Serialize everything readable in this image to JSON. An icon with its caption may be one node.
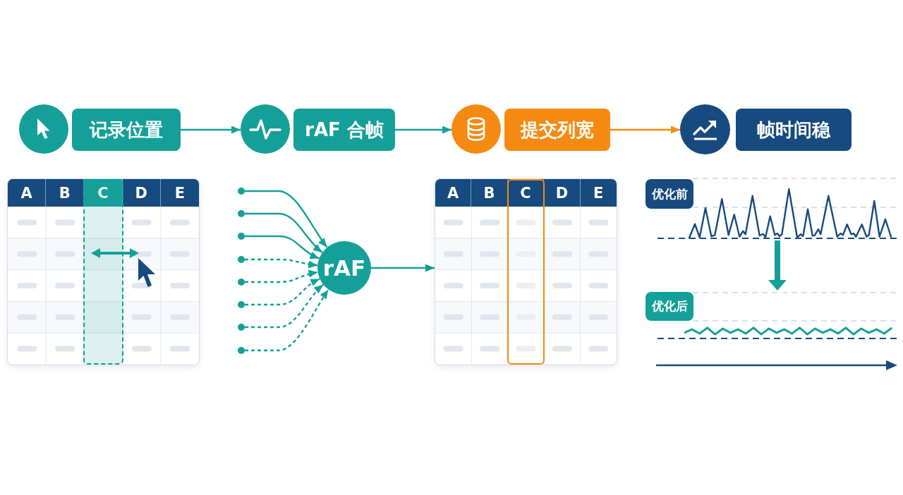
{
  "diagram": {
    "nodes": [
      {
        "text": [],
        "shape": "circle"
      },
      {
        "text": [
          "记录位置"
        ]
      },
      {
        "text": [],
        "shape": "circle"
      },
      {
        "text": [
          "rAF 合帧"
        ]
      },
      {
        "text": [],
        "shape": "circle"
      },
      {
        "text": [
          "提交列宽"
        ]
      },
      {
        "text": [],
        "shape": "circle"
      },
      {
        "text": [
          "帧时间稳"
        ]
      },
      {
        "text": [
          "A",
          "B",
          "C",
          "D",
          "E"
        ]
      },
      {
        "text": [],
        "shape": "circle"
      },
      {
        "text": [],
        "shape": "circle"
      },
      {
        "text": [],
        "shape": "circle"
      },
      {
        "text": [],
        "shape": "circle"
      },
      {
        "text": [],
        "shape": "circle"
      },
      {
        "text": [],
        "shape": "circle"
      },
      {
        "text": [],
        "shape": "circle"
      },
      {
        "text": [],
        "shape": "circle"
      },
      {
        "text": [
          "rAF"
        ]
      },
      {
        "text": [
          "A",
          "B",
          "C",
          "D",
          "E"
        ]
      },
      {
        "text": [
          "优化前"
        ]
      },
      {
        "text": [],
        "shape": "picture"
      },
      {
        "text": [
          "优化后"
        ]
      },
      {
        "text": [],
        "shape": "picture"
      }
    ],
    "edges": [
      {
        "from": 1,
        "to": 2,
        "arrow": "to"
      },
      {
        "from": 3,
        "to": 4,
        "arrow": "to"
      },
      {
        "from": 5,
        "to": 6,
        "arrow": "to",
        "color": "#f58a12"
      },
      {
        "from": 9,
        "to": 17,
        "arrow": "to"
      },
      {
        "from": 10,
        "to": 17,
        "arrow": "to"
      },
      {
        "from": 11,
        "to": 17,
        "arrow": "to"
      },
      {
        "from": 12,
        "to": 17,
        "arrow": "to",
        "style": "dashed"
      },
      {
        "from": 13,
        "to": 17,
        "arrow": "to",
        "style": "dashed"
      },
      {
        "from": 14,
        "to": 17,
        "arrow": "to",
        "style": "dashed"
      },
      {
        "from": 15,
        "to": 17,
        "arrow": "to",
        "style": "dashed"
      },
      {
        "from": 16,
        "to": 17,
        "arrow": "to",
        "style": "dashed"
      },
      {
        "from": 17,
        "to": 18,
        "arrow": "to"
      },
      {
        "from": 20,
        "to": 22,
        "arrow": "to",
        "style": "thick"
      }
    ]
  }
}
